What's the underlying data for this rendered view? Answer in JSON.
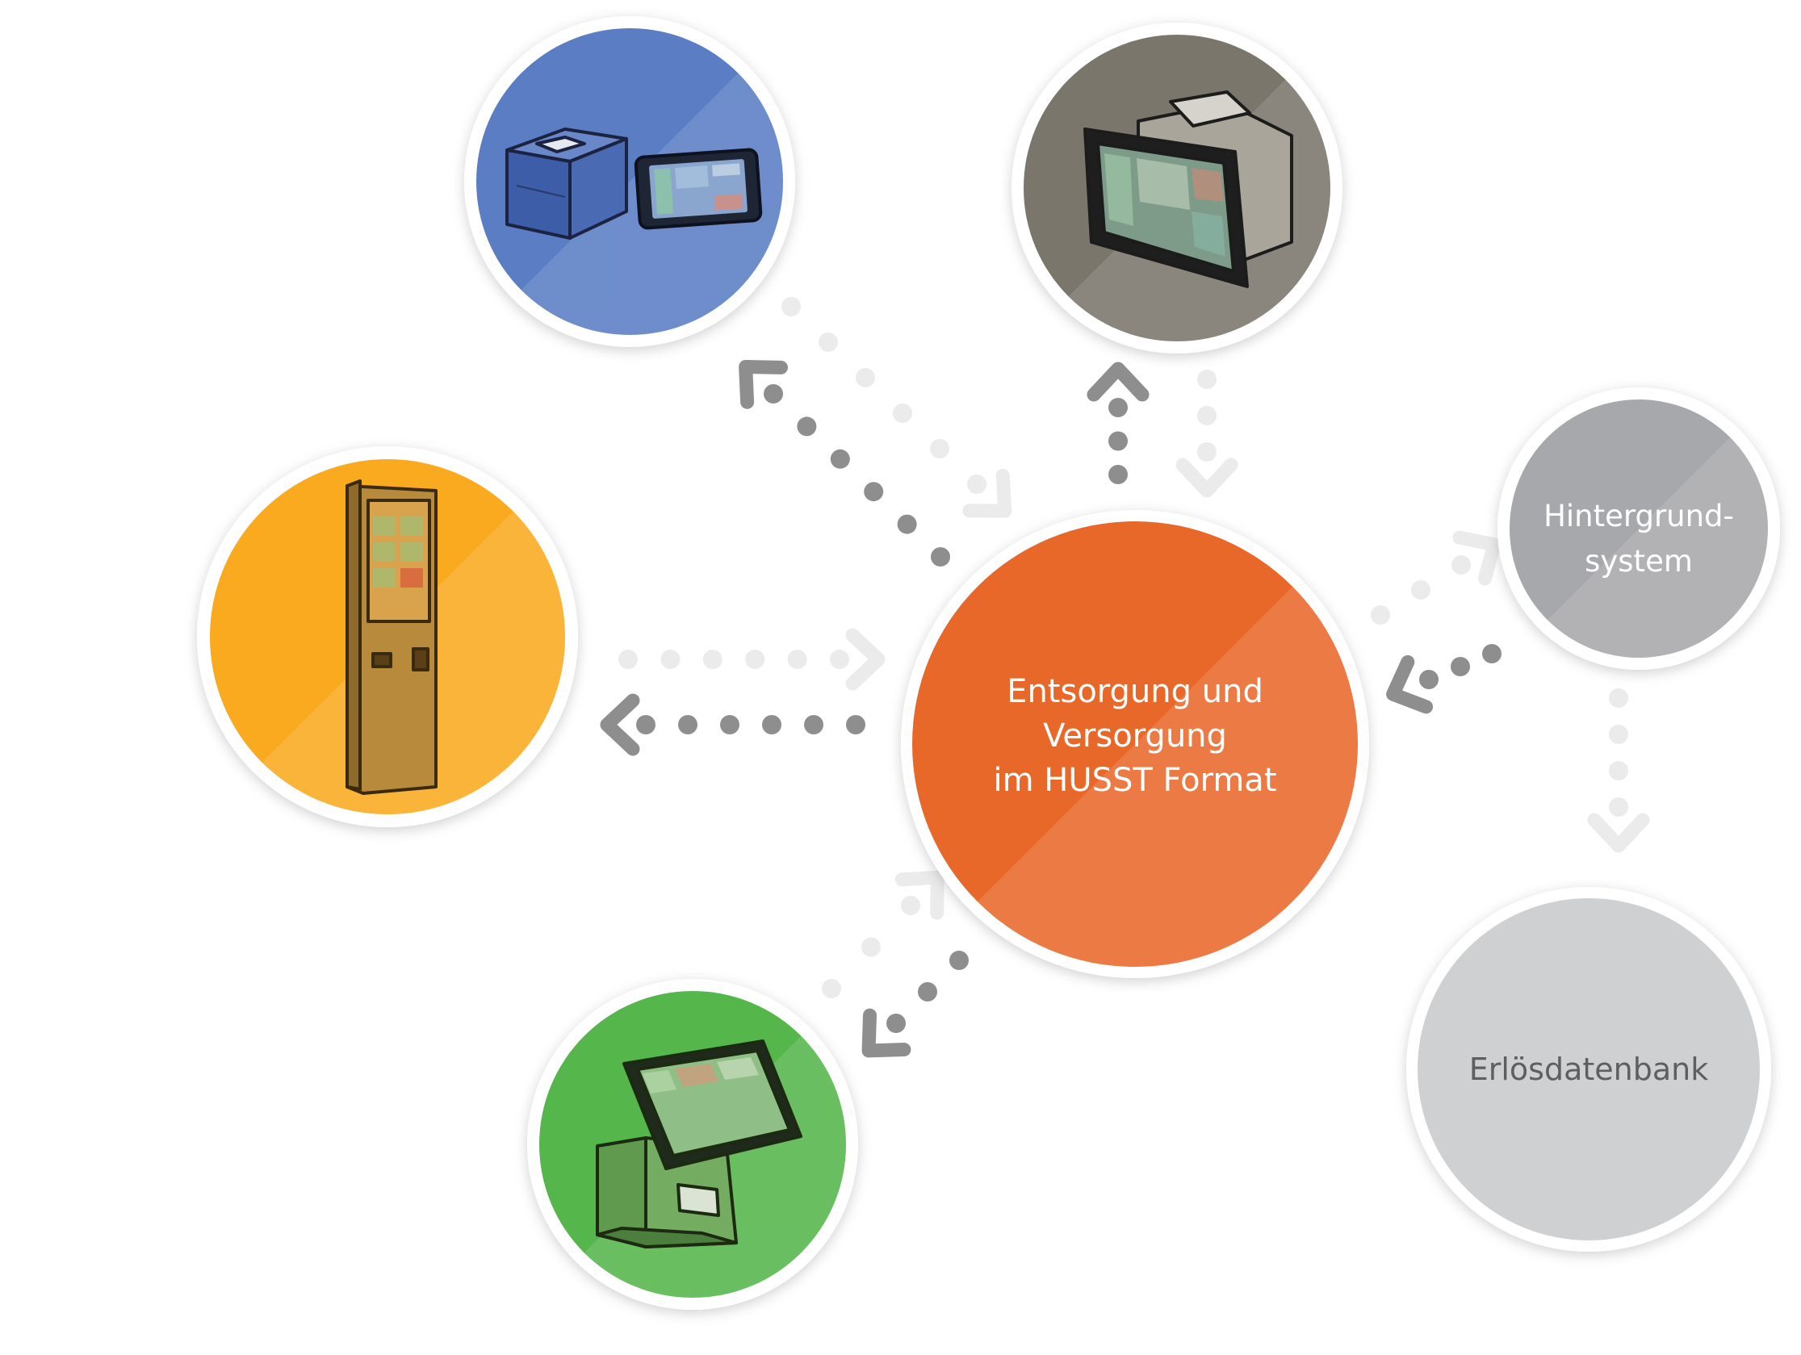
{
  "center": {
    "label_lines": [
      "Entsorgung und",
      "Versorgung",
      "im HUSST Format"
    ],
    "color": "#E8682A"
  },
  "backend": {
    "label_lines": [
      "Hintergrund-",
      "system"
    ],
    "color": "#A7A8AB"
  },
  "database": {
    "label": "Erlösdatenbank",
    "color": "#CFD0D2"
  },
  "devices": [
    {
      "name": "receipt-printer-and-tablet",
      "color": "#5A7DC4"
    },
    {
      "name": "mobile-ticket-terminal",
      "color": "#7B766B"
    },
    {
      "name": "ticket-vending-machine",
      "color": "#F9AA1E"
    },
    {
      "name": "counter-pos-terminal",
      "color": "#55B64B"
    }
  ],
  "colors": {
    "connector": "#8E8E8E",
    "connector_light": "#EBEBEB",
    "ring": "#F1F1F1"
  }
}
